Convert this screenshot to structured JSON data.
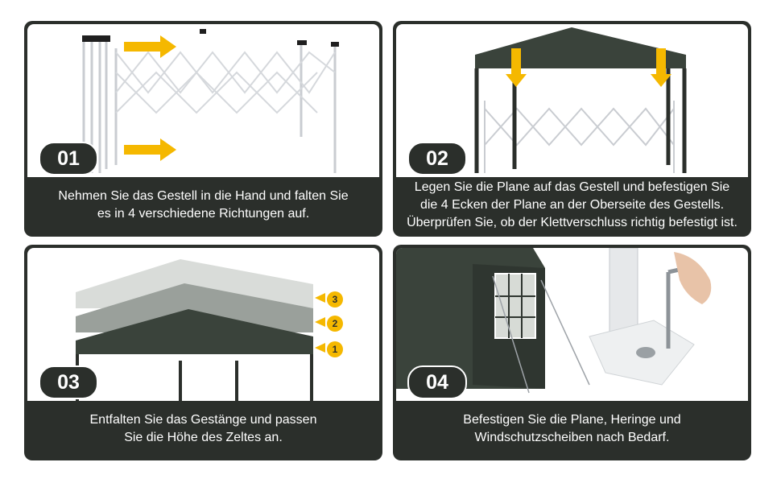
{
  "accent_color": "#f5b800",
  "panel_color": "#2b2f2b",
  "canopy_color": "#3a433b",
  "panels": [
    {
      "number": "01",
      "caption": "Nehmen Sie das Gestell in die Hand und falten Sie\nes in 4 verschiedene Richtungen auf."
    },
    {
      "number": "02",
      "caption": "Legen Sie die Plane auf das Gestell und befestigen Sie\ndie 4 Ecken der Plane an der Oberseite des Gestells.\nÜberprüfen Sie, ob der Klettverschluss richtig befestigt ist."
    },
    {
      "number": "03",
      "caption": "Entfalten Sie das Gestänge und passen\nSie die Höhe des Zeltes an.",
      "height_steps": [
        "1",
        "2",
        "3"
      ]
    },
    {
      "number": "04",
      "caption": "Befestigen Sie die Plane, Heringe und\nWindschutzscheiben nach Bedarf."
    }
  ]
}
